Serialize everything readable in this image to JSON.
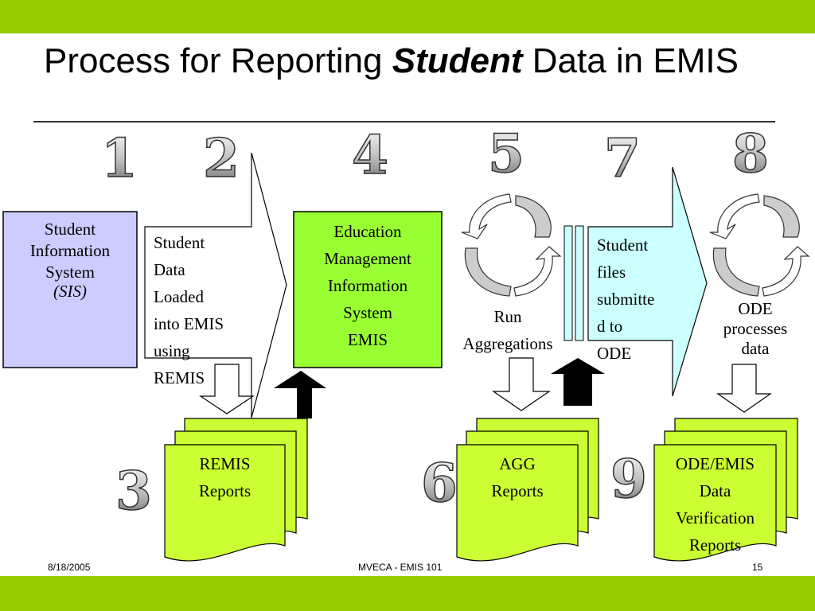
{
  "title": {
    "prefix": "Process for Reporting ",
    "emphasis": "Student",
    "suffix": " Data in EMIS"
  },
  "steps": {
    "s1": "1",
    "s2": "2",
    "s3": "3",
    "s4": "4",
    "s5": "5",
    "s6": "6",
    "s7": "7",
    "s8": "8",
    "s9": "9"
  },
  "sis": {
    "line1": "Student",
    "line2": "Information",
    "line3": "System",
    "abbr": "(SIS)"
  },
  "load": {
    "line1": "Student",
    "line2": "Data",
    "line3": "Loaded",
    "line4": "into EMIS",
    "line5": "using",
    "line6": "REMIS"
  },
  "emis": {
    "line1": "Education",
    "line2": "Management",
    "line3": "Information",
    "line4": "System",
    "line5": "EMIS"
  },
  "aggregations": {
    "line1": "Run",
    "line2": "Aggregations"
  },
  "submit": {
    "line1": "Student",
    "line2": "files",
    "line3": "submitte",
    "line4": "d to",
    "line5": "ODE"
  },
  "ode": {
    "line1": "ODE",
    "line2": "processes",
    "line3": "data"
  },
  "remis_reports": {
    "line1": "REMIS",
    "line2": "Reports"
  },
  "agg_reports": {
    "line1": "AGG",
    "line2": "Reports"
  },
  "ode_reports": {
    "line1": "ODE/EMIS",
    "line2": "Data",
    "line3": "Verification",
    "line4": "Reports"
  },
  "footer": {
    "date": "8/18/2005",
    "center": "MVECA - EMIS 101",
    "page": "15"
  },
  "colors": {
    "accent_bar": "#99cc00",
    "sis_fill": "#ccccff",
    "emis_fill": "#99ff33",
    "report_fill": "#ccff33",
    "ode_arrow_fill": "#ccffff",
    "cycle_fill": "#cccccc"
  }
}
